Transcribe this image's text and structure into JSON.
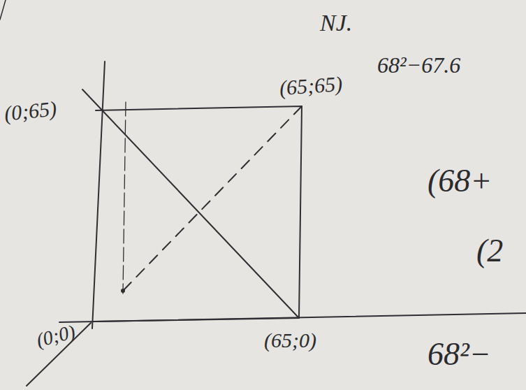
{
  "diagram": {
    "labels": [
      "NJ.",
      "68²−67.6",
      "(0;65)",
      "(65;65)",
      "(68+",
      "(2",
      "(0;0)",
      "(65;0)",
      "68²−"
    ]
  }
}
